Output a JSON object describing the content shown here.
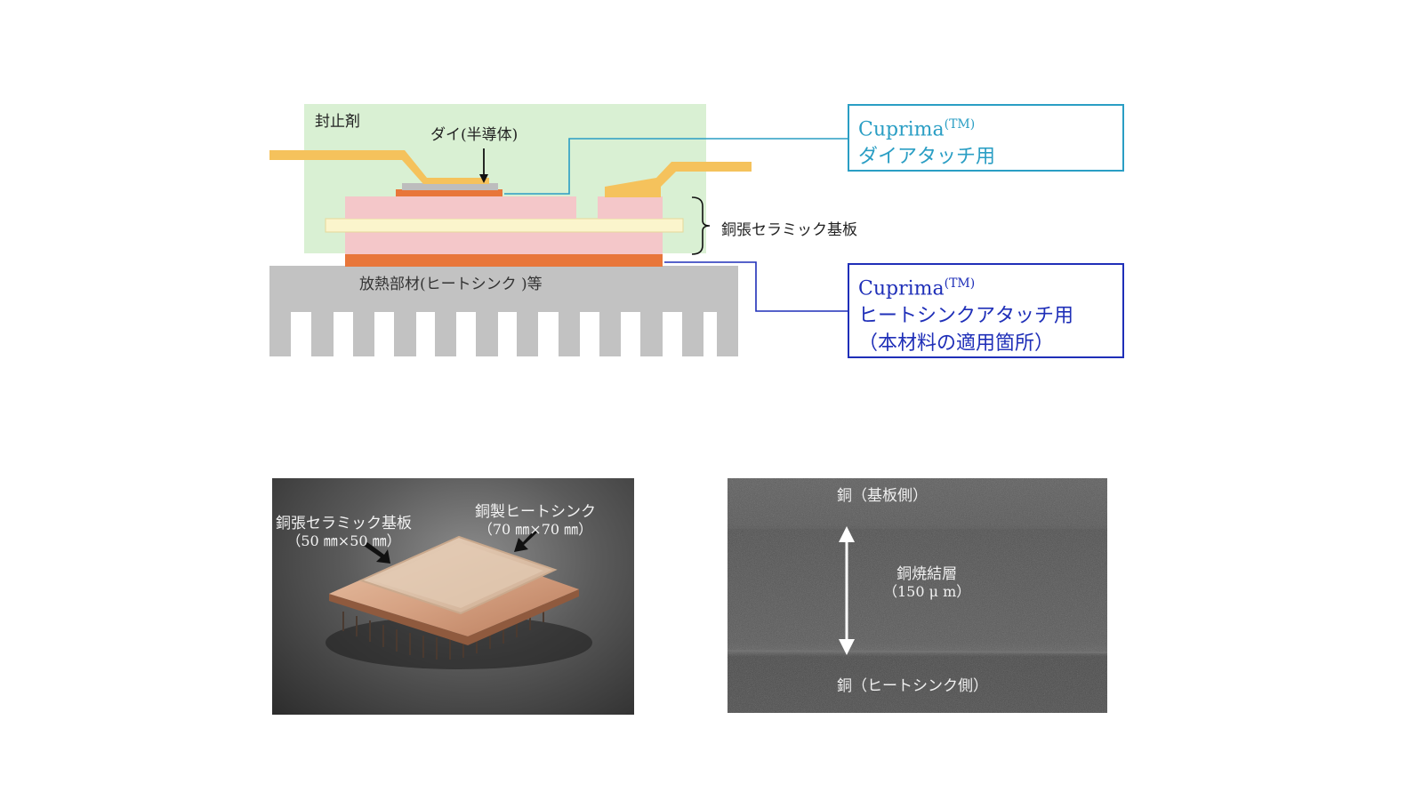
{
  "diagram": {
    "encapsulant_label": "封止剤",
    "die_label": "ダイ(半導体)",
    "substrate_label": "銅張セラミック基板",
    "heatsink_label": "放熱部材(ヒートシンク )等",
    "colors": {
      "encapsulant": "#d9f0d3",
      "lead": "#f5c25c",
      "die": "#bdbdbd",
      "attach": "#e8763a",
      "copper_layer": "#f4c7c9",
      "ceramic": "#fbf5cc",
      "heatsink": "#c2c2c2",
      "callout_die": "#2a9ec4",
      "callout_heatsink": "#1f2fb8"
    }
  },
  "callouts": {
    "die_attach": {
      "brand": "Cuprima",
      "mark": "(TM)",
      "line1": "ダイアタッチ用"
    },
    "heatsink_attach": {
      "brand": "Cuprima",
      "mark": "(TM)",
      "line1": "ヒートシンクアタッチ用",
      "line2": "（本材料の適用箇所）"
    }
  },
  "photo_sample": {
    "substrate_name": "銅張セラミック基板",
    "substrate_size": "（50 ㎜×50 ㎜）",
    "heatsink_name": "銅製ヒートシンク",
    "heatsink_size": "（70 ㎜×70 ㎜）"
  },
  "photo_cross_section": {
    "top_label": "銅（基板側）",
    "layer_name": "銅焼結層",
    "layer_thickness": "（150 μ m）",
    "bottom_label": "銅（ヒートシンク側）"
  }
}
